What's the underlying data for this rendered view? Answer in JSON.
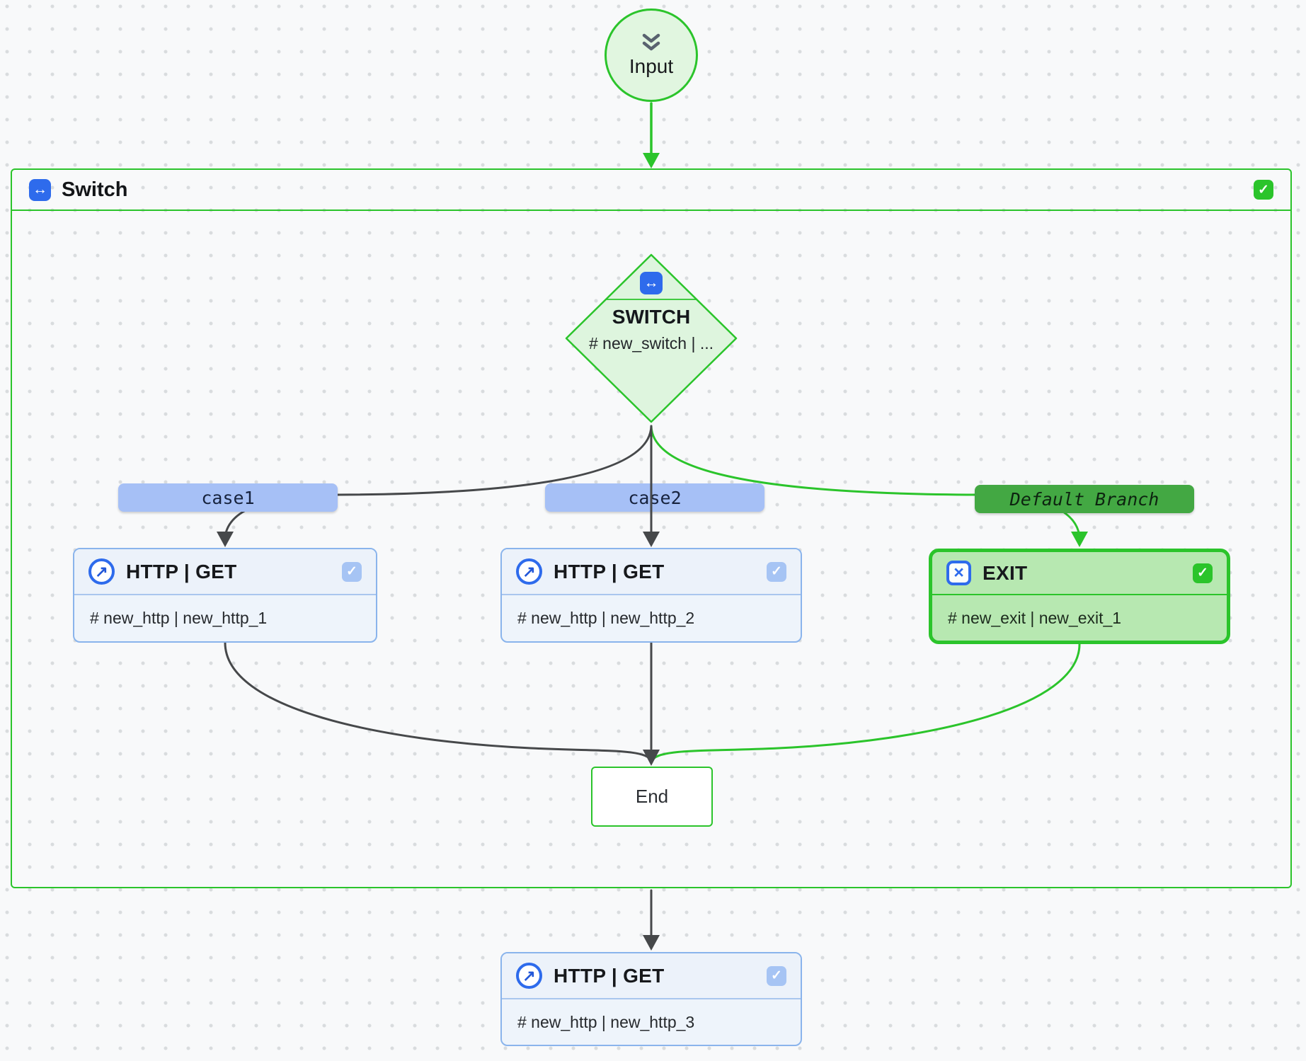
{
  "palette": {
    "accent_green": "#2bc42b",
    "input_fill": "#e1f6e0",
    "diamond_fill": "#def5de",
    "exit_fill": "#b7e8b1",
    "default_branch_fill": "#43a843",
    "case_badge_fill": "#a6c0f6",
    "http_node_fill": "#eef4fb",
    "http_node_border": "#8ab4ec",
    "blue_accent": "#2e6bec",
    "edge_dark": "#46484a"
  },
  "icons": {
    "check": "✓",
    "switch_arrow": "↔",
    "http_arrow": "↗",
    "exit_cross": "×"
  },
  "input_node": {
    "label": "Input"
  },
  "switch_container": {
    "title": "Switch"
  },
  "switch_node": {
    "title": "SWITCH",
    "meta": "# new_switch | ..."
  },
  "branches": [
    {
      "label": "case1"
    },
    {
      "label": "case2"
    },
    {
      "label": "Default Branch"
    }
  ],
  "nodes": {
    "http1": {
      "title": "HTTP | GET",
      "meta": "# new_http | new_http_1"
    },
    "http2": {
      "title": "HTTP | GET",
      "meta": "# new_http | new_http_2"
    },
    "exit": {
      "title": "EXIT",
      "meta": "# new_exit | new_exit_1"
    },
    "end": {
      "label": "End"
    },
    "http3": {
      "title": "HTTP | GET",
      "meta": "# new_http | new_http_3"
    }
  }
}
